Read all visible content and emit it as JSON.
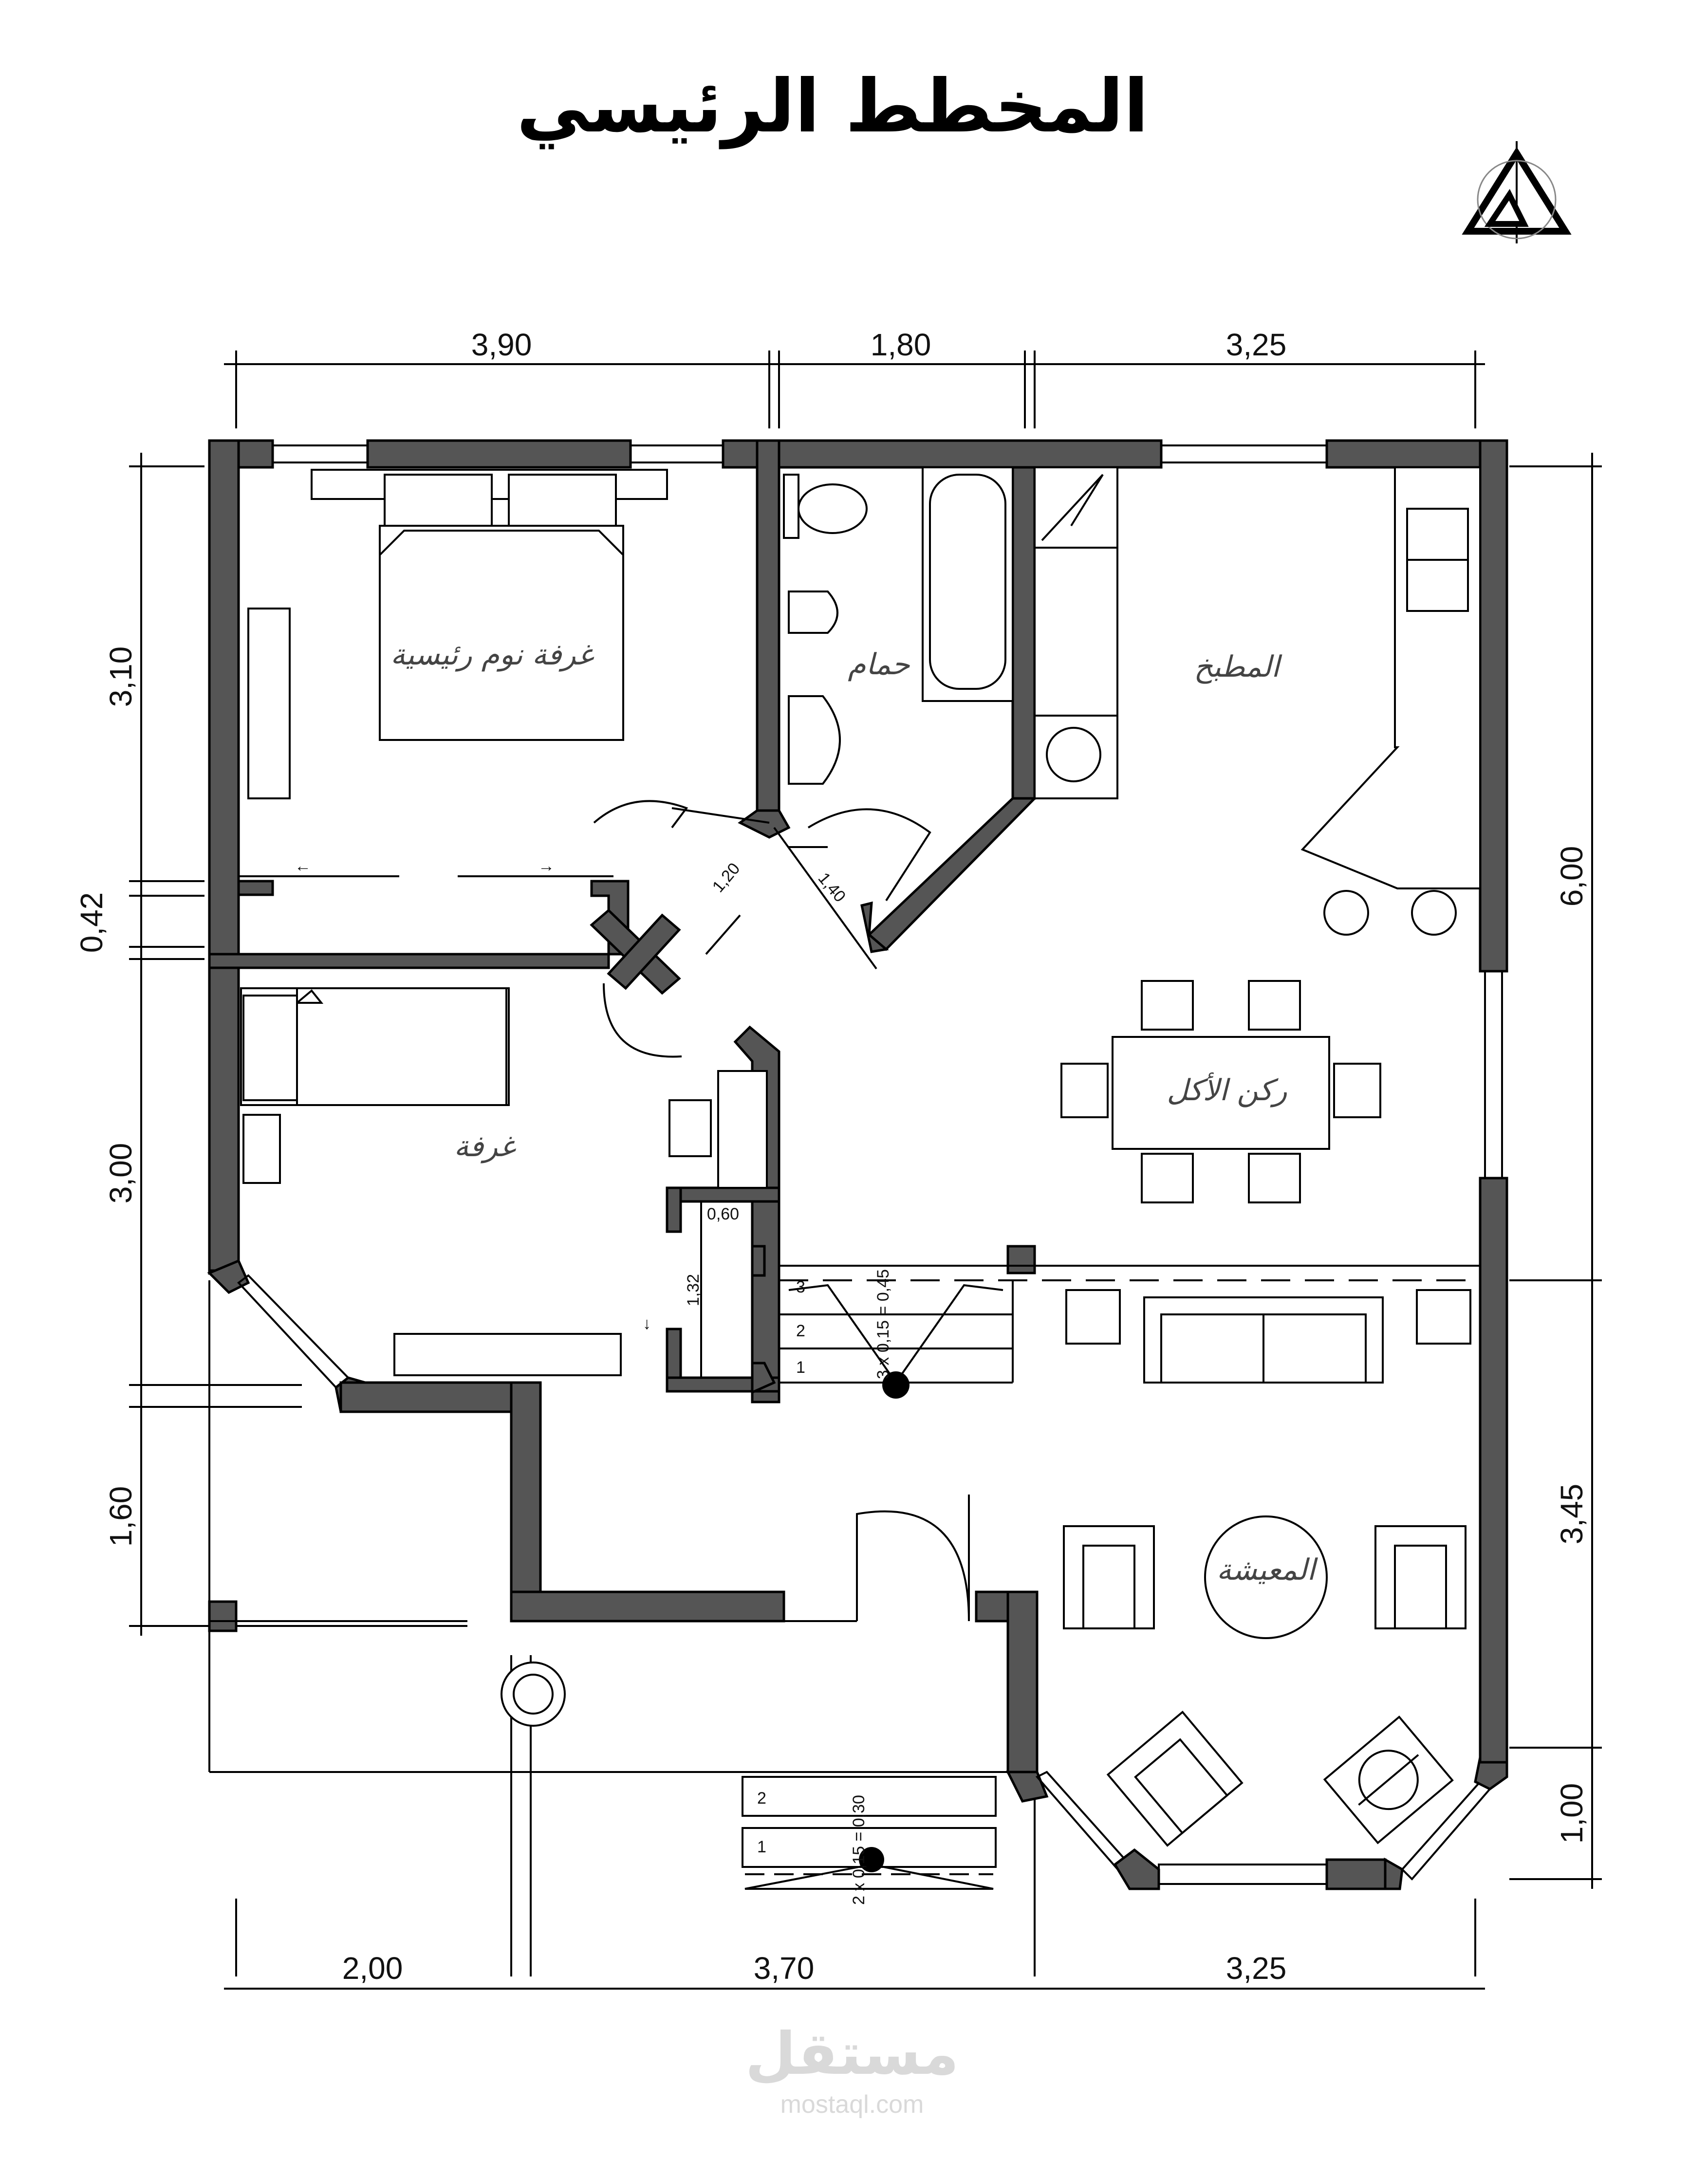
{
  "title": "المخطط الرئيسي",
  "rooms": {
    "master_bedroom": "غرفة نوم رئيسية",
    "bathroom": "حمام",
    "kitchen": "المطبخ",
    "dining": "ركن الأكل",
    "room": "غرفة",
    "living": "المعيشة"
  },
  "dimensions": {
    "top": [
      "3,90",
      "1,80",
      "3,25"
    ],
    "bottom": [
      "2,00",
      "3,70",
      "3,25"
    ],
    "left": [
      "3,10",
      "0,42",
      "3,00",
      "1,60"
    ],
    "right": [
      "6,00",
      "3,45",
      "1,00"
    ],
    "doors": [
      "1,20",
      "1,40"
    ],
    "closet_w": "0,60",
    "closet_h": "1,32"
  },
  "stairs": {
    "inner_steps": [
      "1",
      "2",
      "3"
    ],
    "inner_formula": "3 x 0,15 = 0,45",
    "outer_steps": [
      "1",
      "2"
    ],
    "outer_formula": "2 x 0,15 = 0,30"
  },
  "watermark": {
    "brand": "مستقل",
    "site": "mostaql.com"
  },
  "colors": {
    "wall": "#555555",
    "line": "#000000",
    "watermark": "#d9d9d9"
  }
}
